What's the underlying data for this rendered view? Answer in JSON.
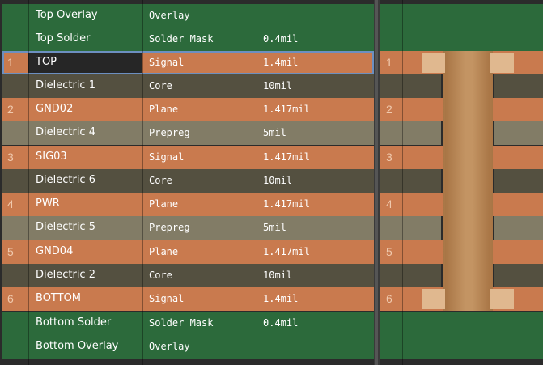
{
  "colors": {
    "green": "#2c6a3b",
    "copper": "#c97a4e",
    "core": "#545040",
    "prepreg": "#827c66",
    "selected_name_bg": "#262626",
    "via_pad": "#e0b88f",
    "via_barrel_light": "#c39463",
    "via_barrel_dark": "#a87545"
  },
  "layers": [
    {
      "num": "",
      "name": "Top Overlay",
      "type": "Overlay",
      "thickness": "",
      "kind": "green"
    },
    {
      "num": "",
      "name": "Top Solder",
      "type": "Solder Mask",
      "thickness": "0.4mil",
      "kind": "green"
    },
    {
      "num": "1",
      "name": "TOP",
      "type": "Signal",
      "thickness": "1.4mil",
      "kind": "copper",
      "selected": true
    },
    {
      "num": "",
      "name": "Dielectric 1",
      "type": "Core",
      "thickness": "10mil",
      "kind": "core"
    },
    {
      "num": "2",
      "name": "GND02",
      "type": "Plane",
      "thickness": "1.417mil",
      "kind": "copper"
    },
    {
      "num": "",
      "name": "Dielectric 4",
      "type": "Prepreg",
      "thickness": "5mil",
      "kind": "prepreg"
    },
    {
      "num": "3",
      "name": "SIG03",
      "type": "Signal",
      "thickness": "1.417mil",
      "kind": "copper"
    },
    {
      "num": "",
      "name": "Dielectric 6",
      "type": "Core",
      "thickness": "10mil",
      "kind": "core"
    },
    {
      "num": "4",
      "name": "PWR",
      "type": "Plane",
      "thickness": "1.417mil",
      "kind": "copper"
    },
    {
      "num": "",
      "name": "Dielectric 5",
      "type": "Prepreg",
      "thickness": "5mil",
      "kind": "prepreg"
    },
    {
      "num": "5",
      "name": "GND04",
      "type": "Plane",
      "thickness": "1.417mil",
      "kind": "copper"
    },
    {
      "num": "",
      "name": "Dielectric 2",
      "type": "Core",
      "thickness": "10mil",
      "kind": "core"
    },
    {
      "num": "6",
      "name": "BOTTOM",
      "type": "Signal",
      "thickness": "1.4mil",
      "kind": "copper"
    },
    {
      "num": "",
      "name": "Bottom Solder",
      "type": "Solder Mask",
      "thickness": "0.4mil",
      "kind": "green"
    },
    {
      "num": "",
      "name": "Bottom Overlay",
      "type": "Overlay",
      "thickness": "",
      "kind": "green"
    }
  ]
}
